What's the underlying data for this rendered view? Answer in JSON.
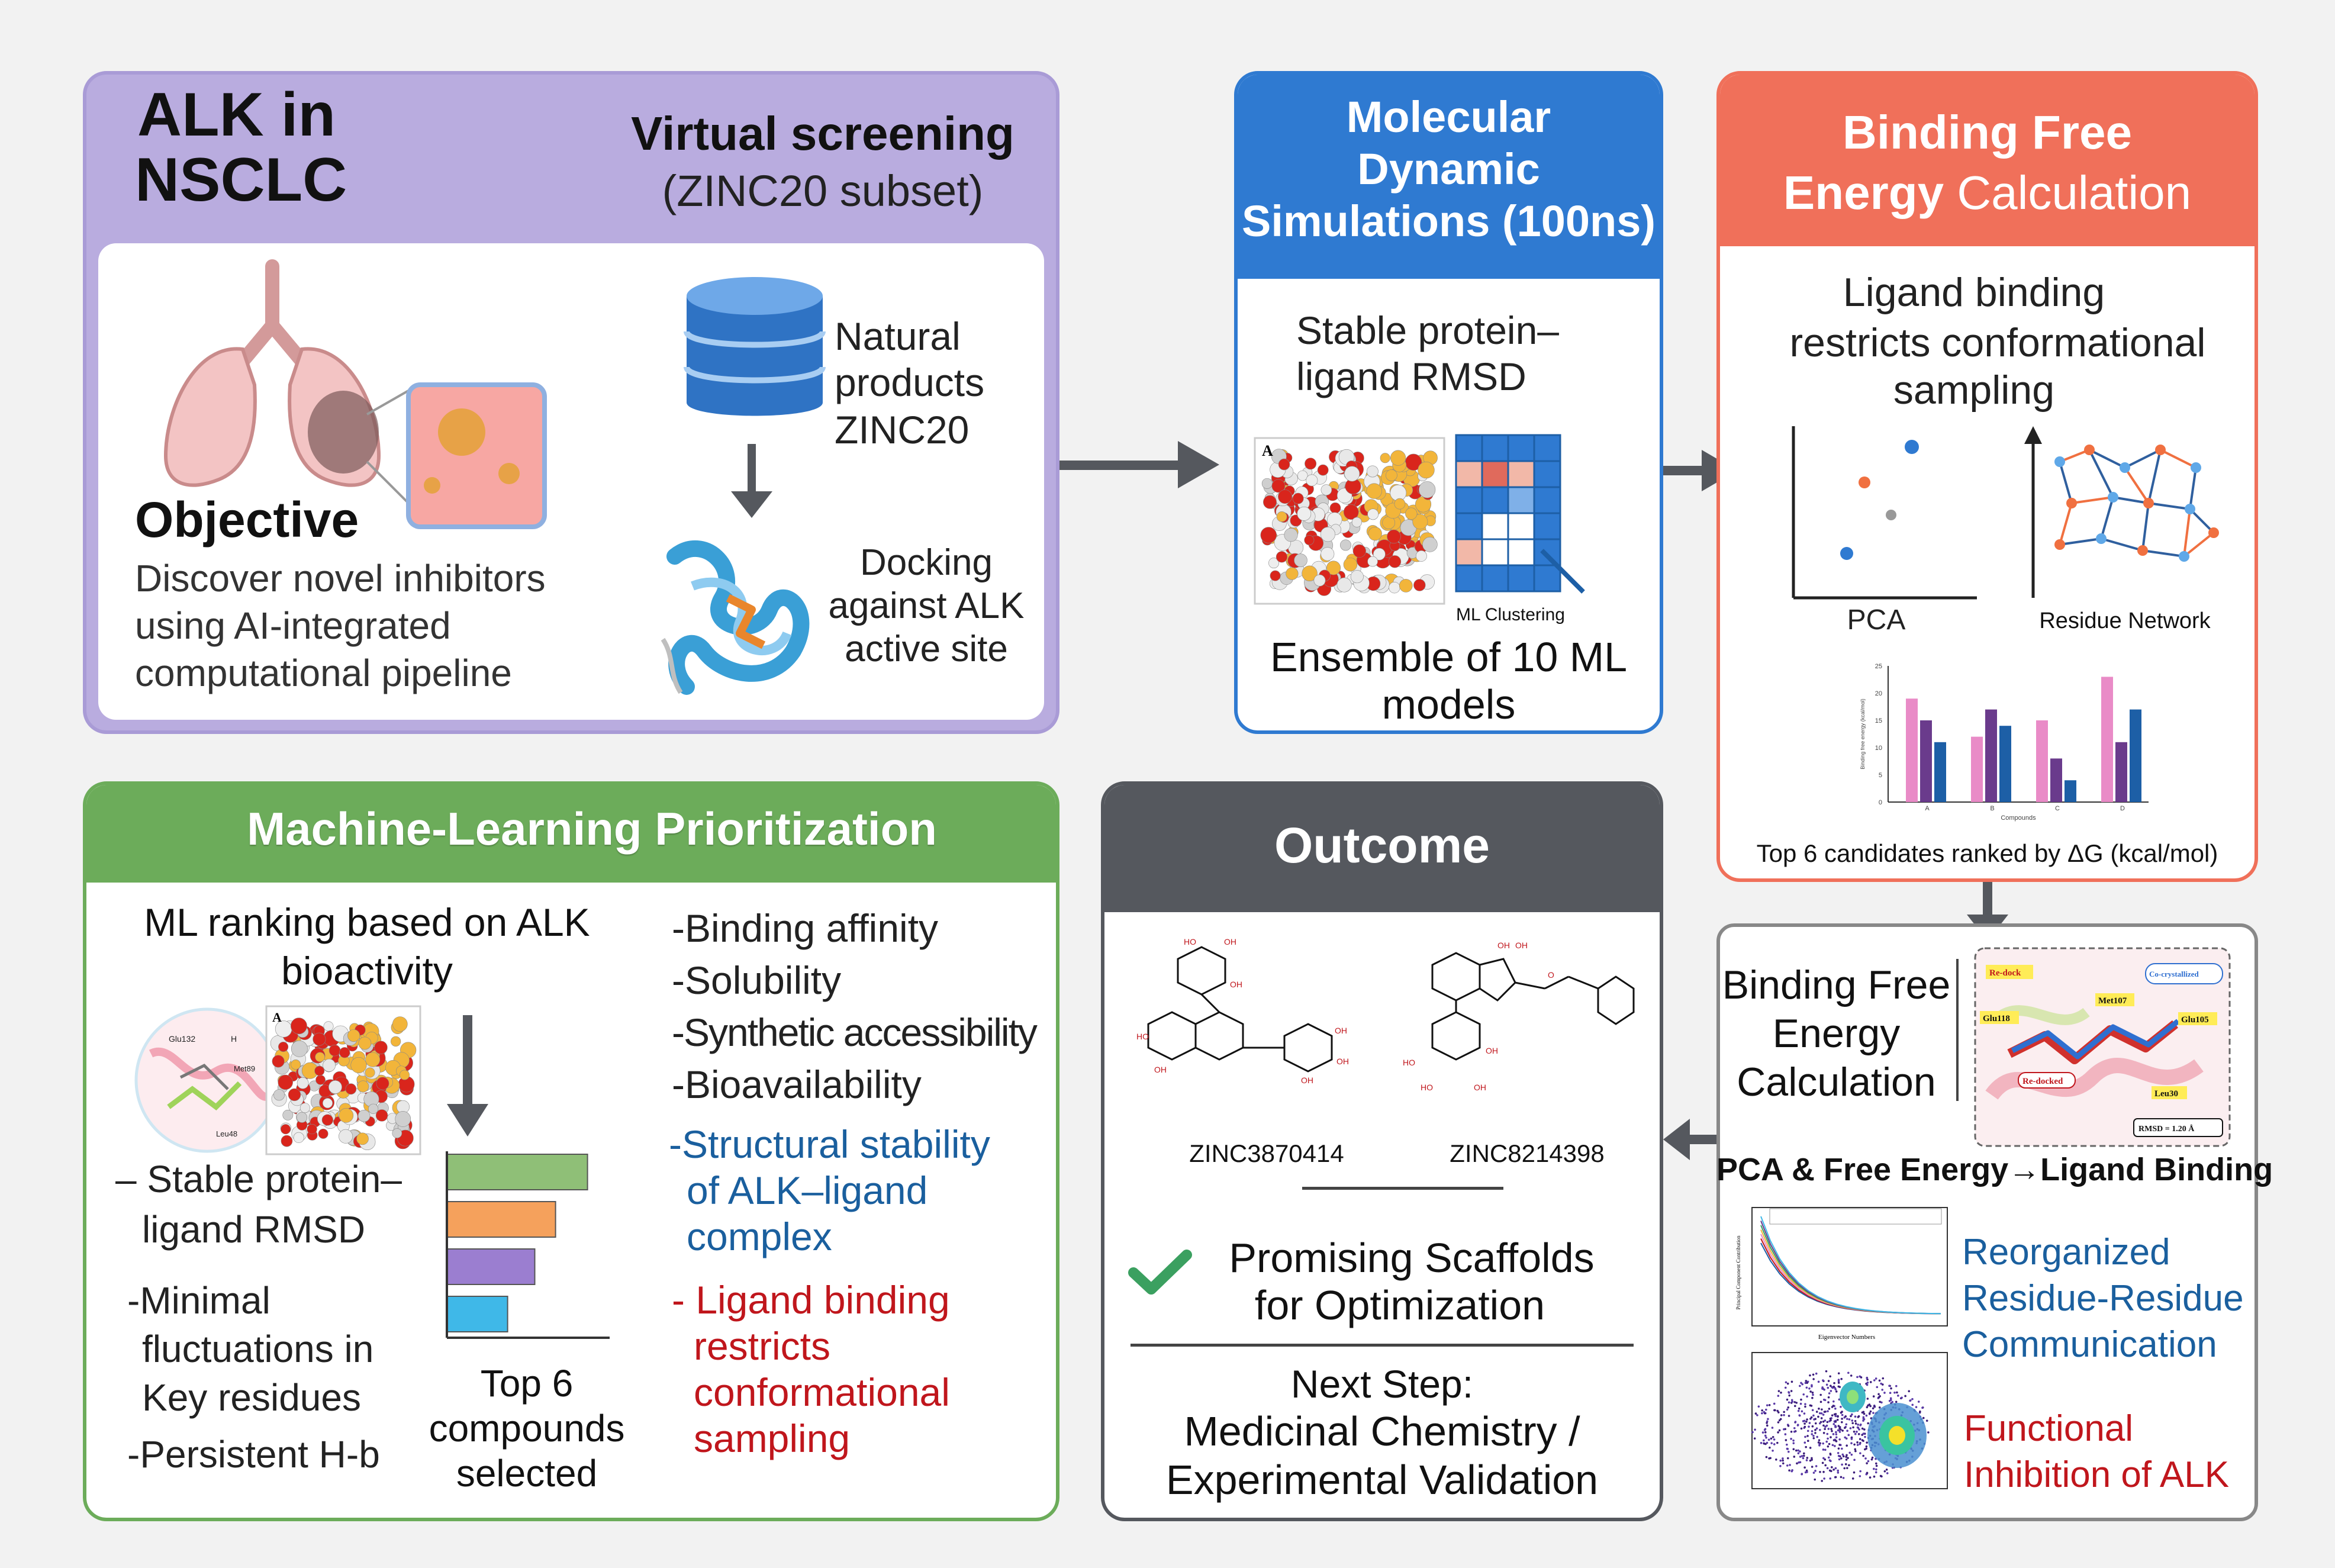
{
  "alk_panel": {
    "title_line1": "ALK in",
    "title_line2": "NSCLC",
    "screening_title": "Virtual screening",
    "screening_subtitle": "(ZINC20 subset)",
    "objective_heading": "Objective",
    "objective_lines": [
      "Discover novel inhibitors",
      "using AI-integrated",
      "computational pipeline"
    ],
    "natural_products_lines": [
      "Natural",
      "products",
      "ZINC20"
    ],
    "docking_lines": [
      "Docking",
      "against ALK",
      "active site"
    ]
  },
  "md_panel": {
    "title_lines": [
      "Molecular",
      "Dynamic",
      "Simulations (100ns)"
    ],
    "rmsd_lines": [
      "Stable protein–",
      "ligand RMSD"
    ],
    "protein_label": "A",
    "clustering_label": "ML Clustering",
    "ensemble_lines": [
      "Ensemble of 10 ML",
      "models"
    ]
  },
  "bfe_panel": {
    "title_line1": "Binding Free",
    "title_line2a": "Energy",
    "title_line2b": "Calculation",
    "desc_lines": [
      "Ligand binding",
      "restricts conformational",
      "sampling"
    ],
    "pca_label": "PCA",
    "network_label": "Residue Network",
    "bar_axis_label": "Binding free energy (kcal/mol)",
    "bar_x_title": "Compounds",
    "bar_ticks": [
      "25",
      "20",
      "15",
      "10",
      "5",
      "0"
    ],
    "bar_categories": [
      "A",
      "B",
      "C",
      "D"
    ],
    "caption": "Top 6 candidates ranked by ΔG (kcal/mol)"
  },
  "chart_data": {
    "type": "bar",
    "categories": [
      "A",
      "B",
      "C",
      "D"
    ],
    "series": [
      {
        "values": [
          19,
          12,
          15,
          23
        ],
        "color": "#e98bc7"
      },
      {
        "values": [
          15,
          17,
          8,
          11
        ],
        "color": "#6a3b8c"
      },
      {
        "values": [
          11,
          14,
          4,
          17
        ],
        "color": "#1d5fa6"
      }
    ],
    "ylabel": "Binding free energy (kcal/mol)",
    "xlabel": "Compounds",
    "ylim": [
      0,
      25
    ]
  },
  "ml_panel": {
    "title": "Machine-Learning Prioritization",
    "ranking_lines": [
      "ML ranking based on ALK",
      "bioactivity"
    ],
    "criteria": [
      "-Binding affinity",
      "-Solubility",
      "-Synthetic accessibility",
      "-Bioavailability"
    ],
    "structural_lines": [
      "-Structural stability",
      "of ALK–ligand",
      "complex"
    ],
    "ligand_lines": [
      "- Ligand binding",
      "restricts",
      "conformational",
      "sampling"
    ],
    "left_lines": [
      "– Stable protein–",
      "ligand RMSD",
      "-Minimal",
      "fluctuations in",
      "Key residues",
      "-Persistent H-b"
    ],
    "top_lines": [
      "Top 6",
      "compounds",
      "selected"
    ],
    "mini_bars": [
      {
        "value": 0.88,
        "color": "#8fbf77"
      },
      {
        "value": 0.68,
        "color": "#f5a15c"
      },
      {
        "value": 0.55,
        "color": "#9b7ed0"
      },
      {
        "value": 0.38,
        "color": "#3fb8e8"
      }
    ],
    "residue_labels": [
      "Glu132",
      "H",
      "Met89",
      "Leu48",
      "A"
    ]
  },
  "outcome_panel": {
    "title": "Outcome",
    "compound1": "ZINC3870414",
    "compound2": "ZINC8214398",
    "promising_lines": [
      "Promising Scaffolds",
      "for Optimization"
    ],
    "next_lines": [
      "Next Step:",
      "Medicinal Chemistry /",
      "Experimental Validation"
    ]
  },
  "bfe2_panel": {
    "title_lines": [
      "Binding Free",
      "Energy",
      "Calculation"
    ],
    "docking_labels": [
      "Re-dock",
      "Co-crystallized",
      "Met107",
      "Glu105",
      "Glu118",
      "Re-docked",
      "Leu30",
      "RMSD = 1.20 Å"
    ],
    "pca_fe_label": "PCA & Free Energy→Ligand Binding",
    "reorganized_lines": [
      "Reorganized",
      "Residue-Residue",
      "Communication"
    ],
    "functional_lines": [
      "Functional",
      "Inhibition of ALK"
    ],
    "eigen_xlabel": "Eigenvector Numbers",
    "eigen_ylabel": "Principal Component Contribution"
  },
  "colors": {
    "purple_header": "#b5a8dd",
    "blue_header": "#2f7ad1",
    "red_header": "#f0705a",
    "green_header": "#6cac5a",
    "gray_header": "#55585e",
    "blue_text": "#1a5f9e",
    "red_text": "#c0161c",
    "arrow": "#55585e"
  }
}
